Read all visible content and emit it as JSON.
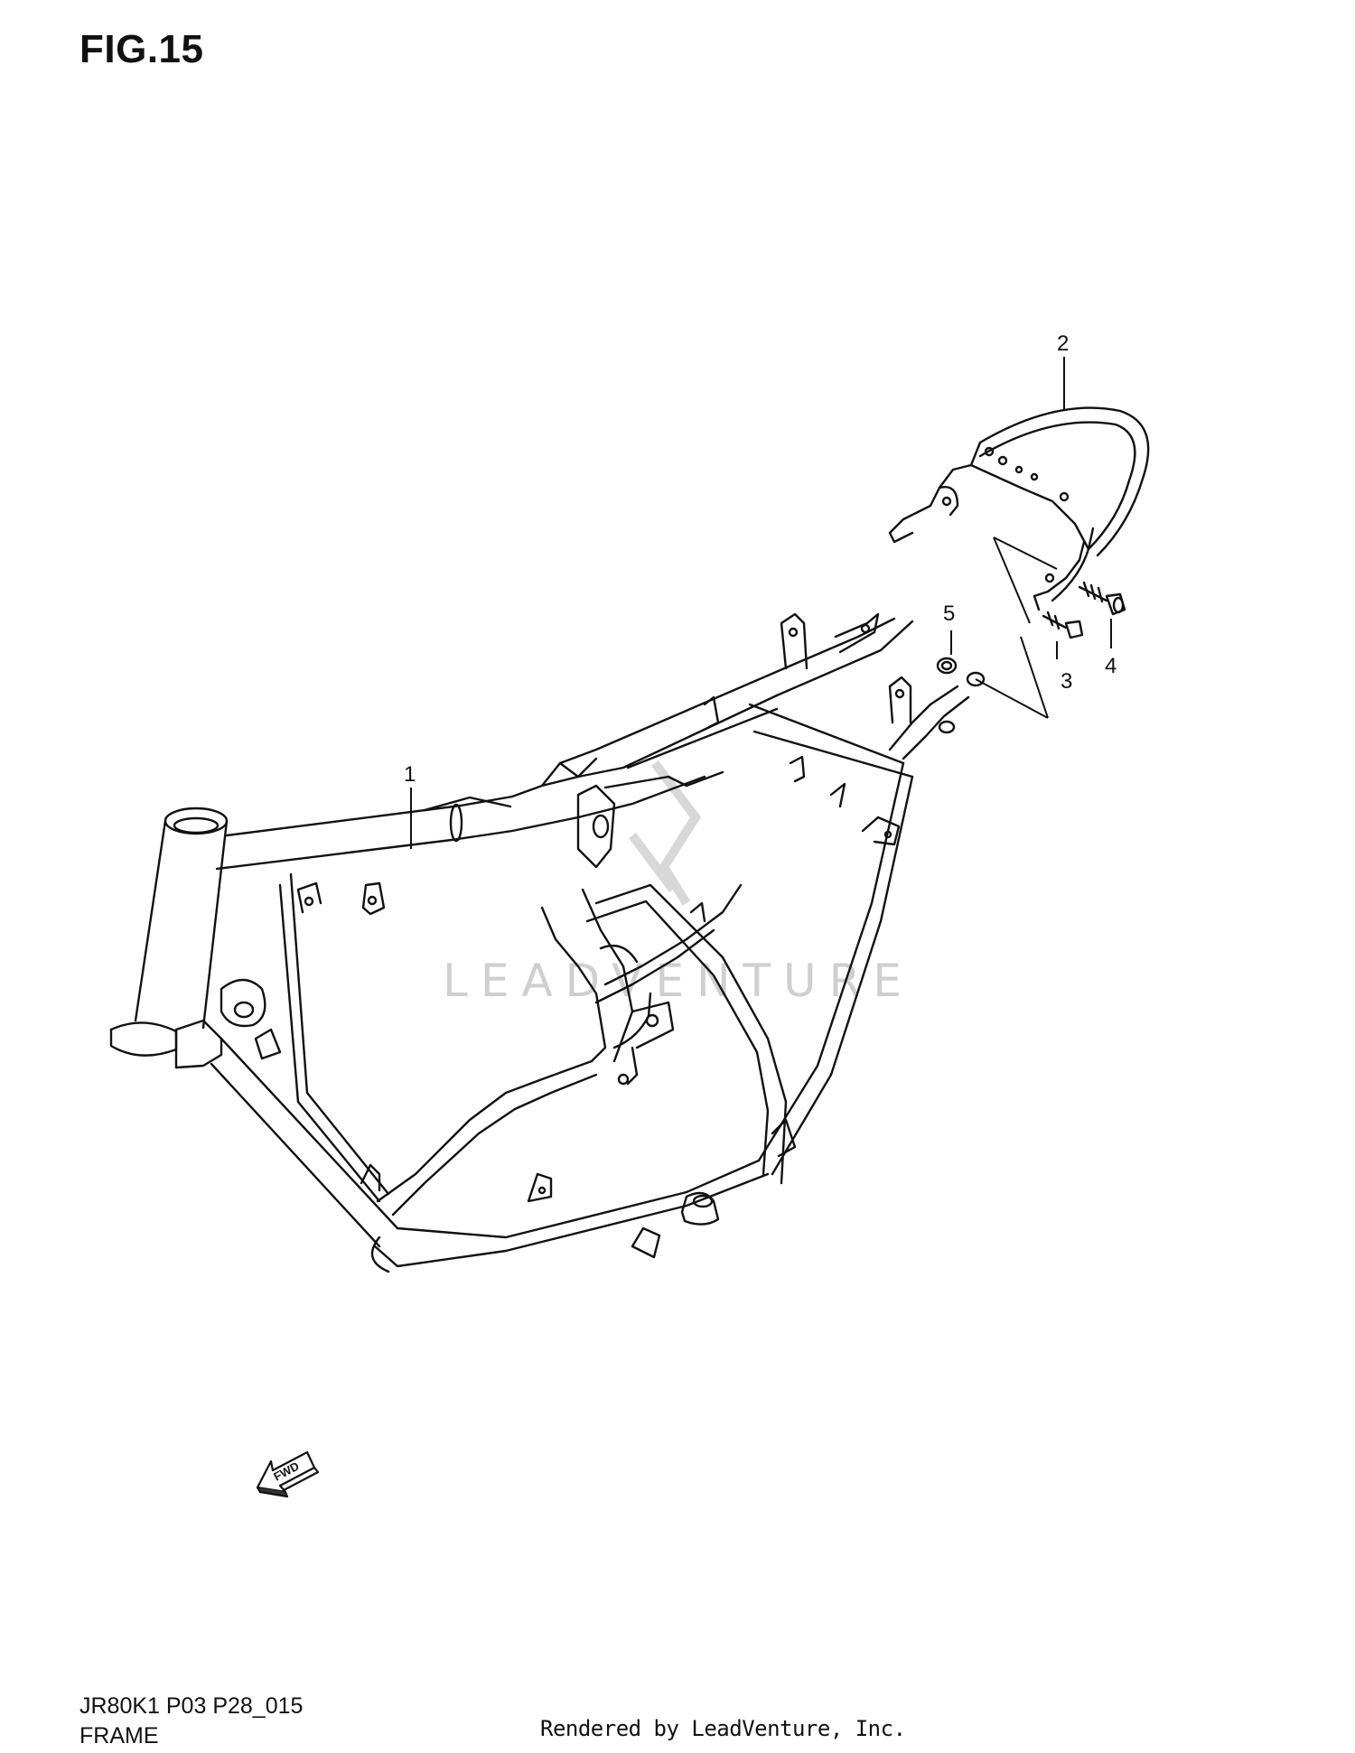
{
  "figure": {
    "title": "FIG.15",
    "code": "JR80K1 P03 P28_015",
    "name": "FRAME"
  },
  "watermark": "LEADVENTURE",
  "credit": "Rendered by LeadVenture, Inc.",
  "fwd_label": "FWD",
  "callouts": [
    {
      "id": "1",
      "label": "1"
    },
    {
      "id": "2",
      "label": "2"
    },
    {
      "id": "3",
      "label": "3"
    },
    {
      "id": "4",
      "label": "4"
    },
    {
      "id": "5",
      "label": "5"
    }
  ]
}
